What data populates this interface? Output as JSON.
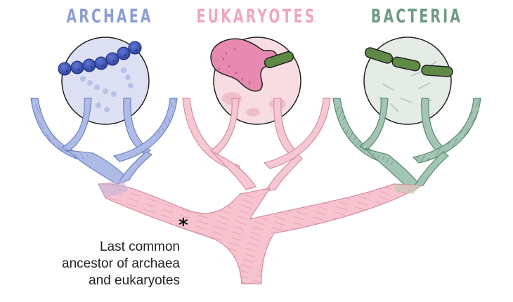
{
  "groups": [
    {
      "name": "ARCHAEA",
      "color": "#8d9fd1"
    },
    {
      "name": "EUKARYOTES",
      "color": "#efa7bd"
    },
    {
      "name": "BACTERIA",
      "color": "#6f9a83"
    }
  ],
  "annotation": {
    "marker": "*",
    "lines": [
      "Last common",
      "ancestor of archaea",
      "and eukaryotes"
    ]
  },
  "colors": {
    "trunk": "#f4c1cc",
    "trunk_stroke": "#d58ea2",
    "archaea_branch": "#a9b7e3",
    "archaea_stroke": "#6f83c4",
    "bacteria_branch": "#9dc0ae",
    "bacteria_stroke": "#5d8a73",
    "eukaryote_branch": "#f4c1cc"
  },
  "icons": [
    "archaea-cell-icon",
    "eukaryote-cell-icon",
    "bacteria-cell-icon",
    "asterisk-icon"
  ]
}
